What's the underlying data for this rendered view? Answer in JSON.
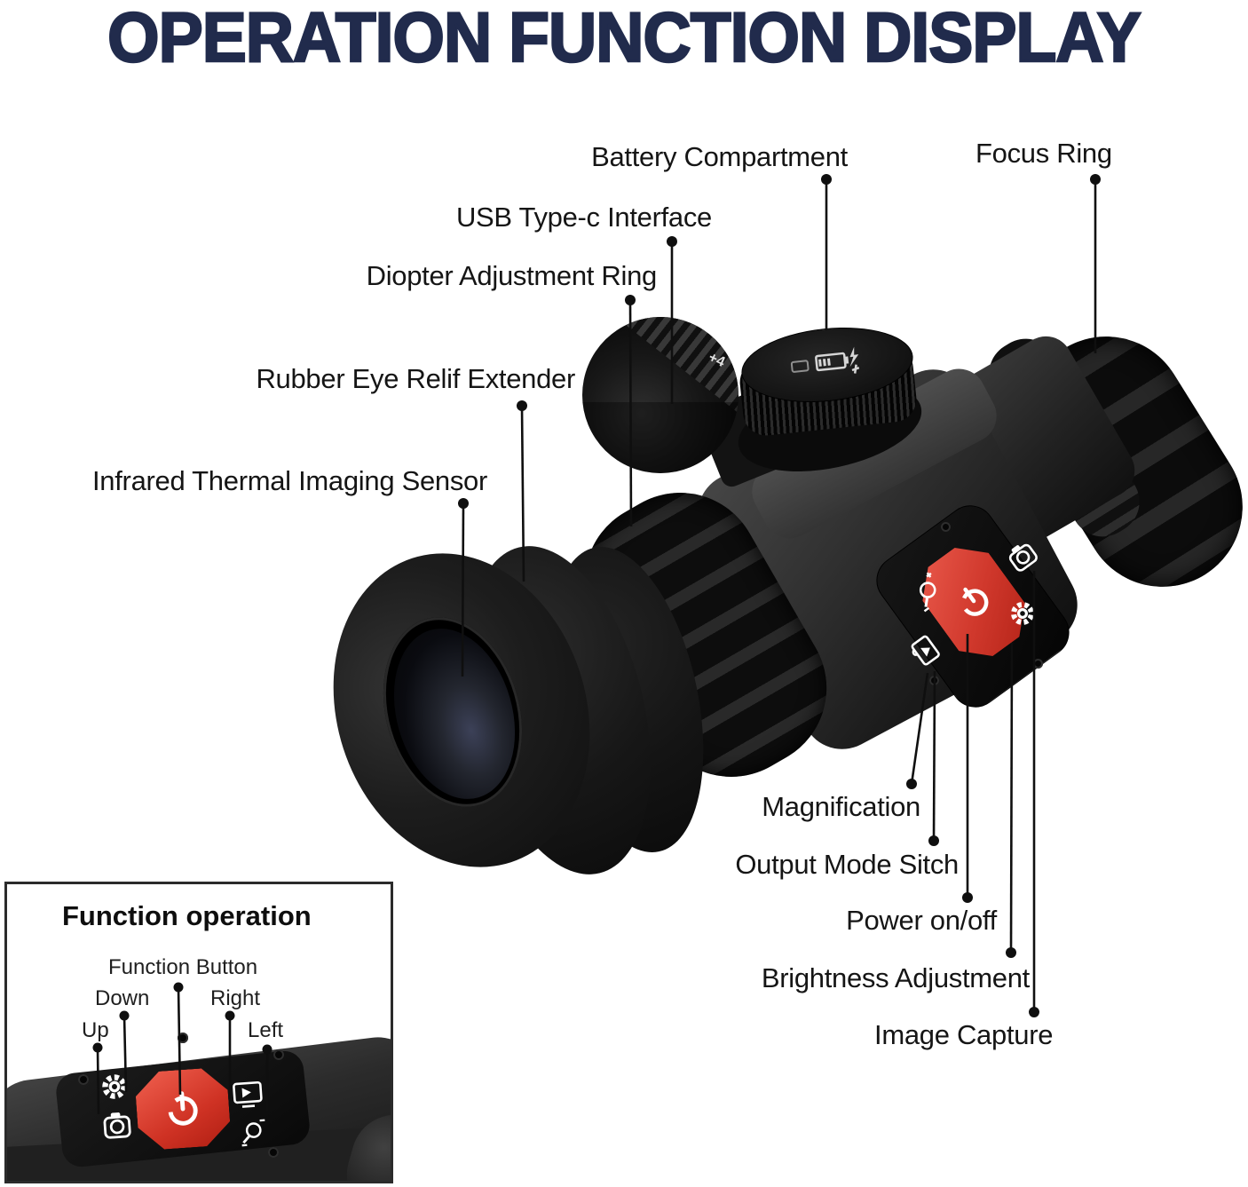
{
  "title": "OPERATION FUNCTION DISPLAY",
  "colors": {
    "title_navy": "#212b4c",
    "label_text": "#151515",
    "accent_red": "#d6382c"
  },
  "main_labels": {
    "battery": "Battery Compartment",
    "focus": "Focus Ring",
    "usb": "USB Type-c Interface",
    "diopter": "Diopter Adjustment Ring",
    "rubber": "Rubber Eye Relif Extender",
    "infrared": "Infrared Thermal Imaging Sensor",
    "magnification": "Magnification",
    "output_mode": "Output Mode Sitch",
    "power": "Power on/off",
    "brightness": "Brightness Adjustment",
    "image_capture": "Image Capture"
  },
  "device": {
    "diopter_scale_mark": "+4"
  },
  "icons": {
    "power": "power-symbol",
    "magnification": "magnifier-plus-minus",
    "output_mode": "scroll-play",
    "brightness": "gear",
    "image_capture": "camera",
    "battery_cap": "battery-with-bolt",
    "inset_up": "camera",
    "inset_down": "gear",
    "inset_right": "monitor-arrow",
    "inset_left": "magnifier-plus"
  },
  "inset": {
    "title": "Function operation",
    "labels": {
      "function_button": "Function Button",
      "down": "Down",
      "up": "Up",
      "right": "Right",
      "left": "Left"
    }
  }
}
